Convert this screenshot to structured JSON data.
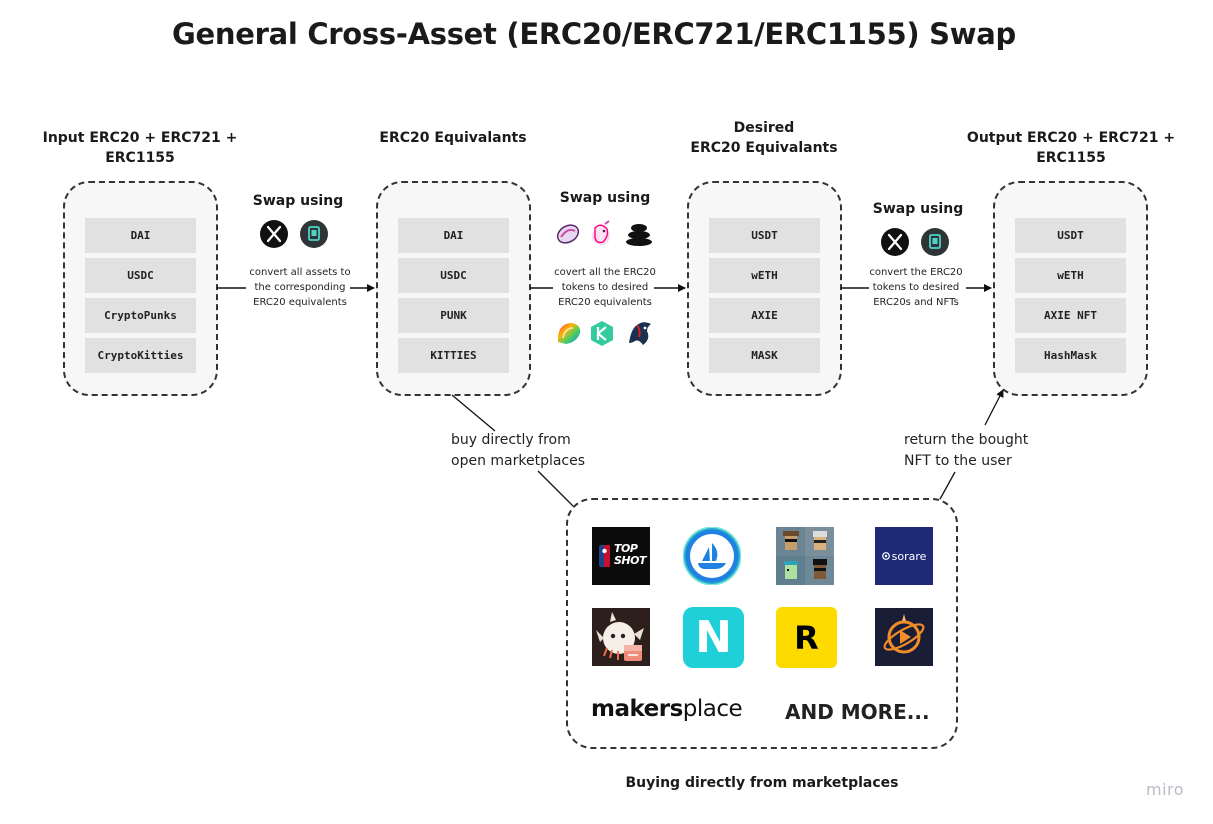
{
  "title": "General Cross-Asset (ERC20/ERC721/ERC1155) Swap",
  "columns": {
    "input": {
      "heading": "Input ERC20 + ERC721 + ERC1155",
      "tokens": [
        "DAI",
        "USDC",
        "CryptoPunks",
        "CryptoKitties"
      ]
    },
    "equivalents": {
      "heading": "ERC20 Equivalants",
      "tokens": [
        "DAI",
        "USDC",
        "PUNK",
        "KITTIES"
      ]
    },
    "desired": {
      "heading_line1": "Desired",
      "heading_line2": "ERC20 Equivalants",
      "tokens": [
        "USDT",
        "wETH",
        "AXIE",
        "MASK"
      ]
    },
    "output": {
      "heading": "Output ERC20 + ERC721 + ERC1155",
      "tokens": [
        "USDT",
        "wETH",
        "AXIE NFT",
        "HashMask"
      ]
    }
  },
  "swaps": [
    {
      "title": "Swap using",
      "desc_lines": [
        "convert all assets to",
        "the corresponding",
        "ERC20 equivalents"
      ],
      "icons": [
        "x-protocol-icon",
        "nft-vault-icon"
      ]
    },
    {
      "title": "Swap using",
      "desc_lines": [
        "covert all the ERC20",
        "tokens to desired",
        "ERC20 equivalents"
      ],
      "icons": [
        "sushiswap-icon",
        "uniswap-icon",
        "balancer-icon",
        "curve-icon",
        "kyber-icon",
        "1inch-icon"
      ]
    },
    {
      "title": "Swap using",
      "desc_lines": [
        "convert the ERC20",
        "tokens to desired",
        "ERC20s and NFTs"
      ],
      "icons": [
        "x-protocol-icon",
        "nft-vault-icon"
      ]
    }
  ],
  "notes": {
    "buy": [
      "buy directly from",
      "open marketplaces"
    ],
    "return": [
      "return the bought",
      "NFT to the user"
    ]
  },
  "marketplaces": {
    "tiles": [
      "nba-top-shot-logo",
      "opensea-logo",
      "cryptopunks-logo",
      "sorare-logo",
      "axie-logo",
      "nifty-gateway-logo",
      "rarible-logo",
      "cryptospace-logo",
      "makersplace-logo"
    ],
    "topshot_text": "TOP SHOT",
    "sorare_text": "sorare",
    "nifty_letter": "N",
    "rarible_letter": "R",
    "makersplace_bold": "makers",
    "makersplace_light": "place",
    "more_text": "AND MORE...",
    "caption": "Buying directly from marketplaces"
  },
  "watermark": "miro",
  "colors": {
    "group_bg": "#f7f7f7",
    "token_bg": "#e1e1e1",
    "nifty": "#1fd0d8",
    "rarible": "#fedb00",
    "sorare": "#1e2a78"
  }
}
